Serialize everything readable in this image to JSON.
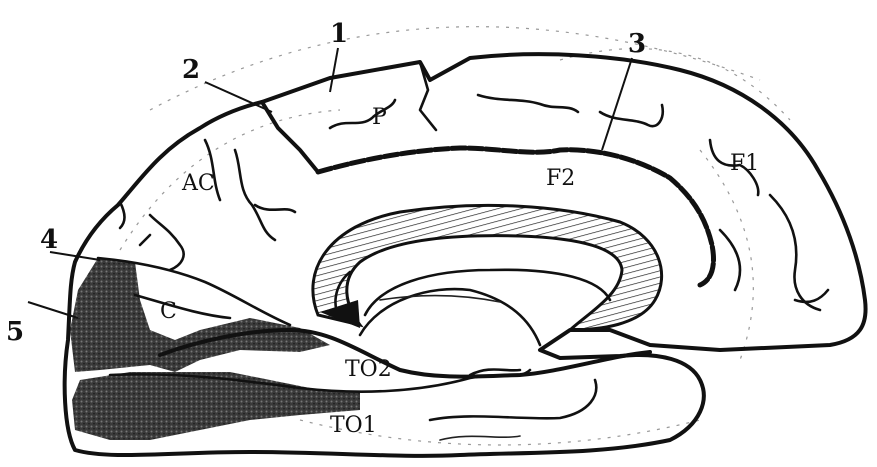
{
  "pointers": {
    "p1": "1",
    "p2": "2",
    "p3": "3",
    "p4": "4",
    "p5": "5"
  },
  "areas": {
    "p": "P",
    "f2": "F2",
    "f1": "F1",
    "ac": "AC",
    "c": "C",
    "to2": "TO2",
    "to1": "TO1"
  },
  "colors": {
    "ink": "#111111",
    "paper": "#ffffff",
    "shading": "#1a1a1a"
  }
}
